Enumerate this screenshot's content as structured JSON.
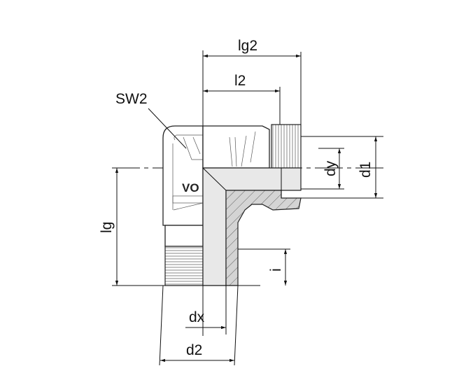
{
  "drawing": {
    "title": "Elbow fitting dimension drawing",
    "body_marking": "VO",
    "dimensions": {
      "lg2": "lg2",
      "l2": "l2",
      "sw2": "SW2",
      "dy": "dy",
      "d1": "d1",
      "lg": "lg",
      "i": "i",
      "dx": "dx",
      "d2": "d2"
    }
  },
  "colors": {
    "line": "#111111",
    "section_fill": "#d9d9d9",
    "bore_fill": "#e8e8e8"
  }
}
